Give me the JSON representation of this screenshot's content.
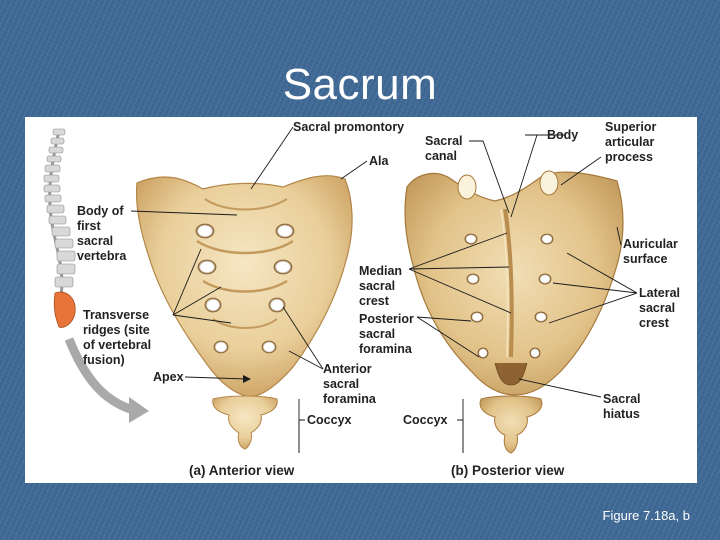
{
  "slide": {
    "title": "Sacrum",
    "caption": "Figure 7.18a, b"
  },
  "figure": {
    "labels": {
      "sacral_promontory": "Sacral promontory",
      "ala": "Ala",
      "body_of_first_sacral_vertebra": [
        "Body of",
        "first",
        "sacral",
        "vertebra"
      ],
      "transverse_ridges": [
        "Transverse",
        "ridges (site",
        "of vertebral",
        "fusion)"
      ],
      "apex": "Apex",
      "anterior_sacral_foramina": [
        "Anterior",
        "sacral",
        "foramina"
      ],
      "coccyx_anterior": "Coccyx",
      "sacral_canal": [
        "Sacral",
        "canal"
      ],
      "body": "Body",
      "superior_articular_process": [
        "Superior",
        "articular",
        "process"
      ],
      "median_sacral_crest": [
        "Median",
        "sacral",
        "crest"
      ],
      "posterior_sacral_foramina": [
        "Posterior",
        "sacral",
        "foramina"
      ],
      "auricular_surface": [
        "Auricular",
        "surface"
      ],
      "lateral_sacral_crest": [
        "Lateral",
        "sacral",
        "crest"
      ],
      "sacral_hiatus": [
        "Sacral",
        "hiatus"
      ],
      "coccyx_posterior": "Coccyx"
    },
    "views": {
      "anterior": "(a) Anterior view",
      "posterior": "(b) Posterior view"
    },
    "colors": {
      "bone": "#e9cf9a",
      "bone_shadow": "#b98d4f",
      "highlight": "#e8743a"
    }
  }
}
